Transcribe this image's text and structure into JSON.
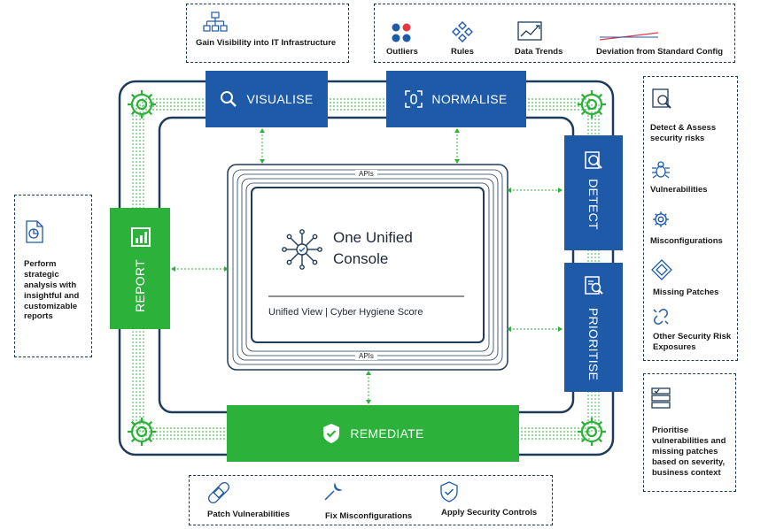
{
  "top_left_box": {
    "text": "Gain Visibility into IT Infrastructure",
    "icon": "network-tree-icon"
  },
  "top_right_box": {
    "items": [
      {
        "label": "Outliers",
        "icon": "outliers-dots-icon"
      },
      {
        "label": "Rules",
        "icon": "rules-icon"
      },
      {
        "label": "Data Trends",
        "icon": "data-trends-icon"
      },
      {
        "label": "Deviation from Standard Config",
        "icon": "deviation-line-icon"
      }
    ]
  },
  "left_box": {
    "text": "Perform strategic analysis with insightful and customizable reports",
    "icon": "report-document-icon"
  },
  "right_box": {
    "items": [
      {
        "label": "Detect & Assess security risks",
        "icon": "detect-assess-icon"
      },
      {
        "label": "Vulnerabilities",
        "icon": "bug-icon"
      },
      {
        "label": "Misconfigurations",
        "icon": "gear-icon"
      },
      {
        "label": "Missing Patches",
        "icon": "patch-diamond-icon"
      },
      {
        "label": "Other Security Risk Exposures",
        "icon": "broken-link-icon"
      }
    ]
  },
  "bottom_right_box": {
    "text": "Prioritise vulnerabilities and missing patches based on severity, business context",
    "icon": "priority-stack-icon"
  },
  "bottom_box": {
    "items": [
      {
        "label": "Patch Vulnerabilities",
        "icon": "bandage-icon"
      },
      {
        "label": "Fix Misconfigurations",
        "icon": "wrench-icon"
      },
      {
        "label": "Apply Security Controls",
        "icon": "shield-check-icon"
      }
    ]
  },
  "stages": {
    "visualise": "VISUALISE",
    "normalise": "NORMALISE",
    "detect": "DETECT",
    "prioritise": "PRIORITISE",
    "report": "REPORT",
    "remediate": "REMEDIATE"
  },
  "console": {
    "title_line1": "One Unified",
    "title_line2": "Console",
    "subtitle": "Unified View | Cyber Hygiene Score",
    "api_top": "APIs",
    "api_bottom": "APIs"
  },
  "colors": {
    "blue": "#1e5aa8",
    "green": "#2cb13a",
    "navy": "#1f3b5a",
    "gear_green": "#2cb13a"
  }
}
